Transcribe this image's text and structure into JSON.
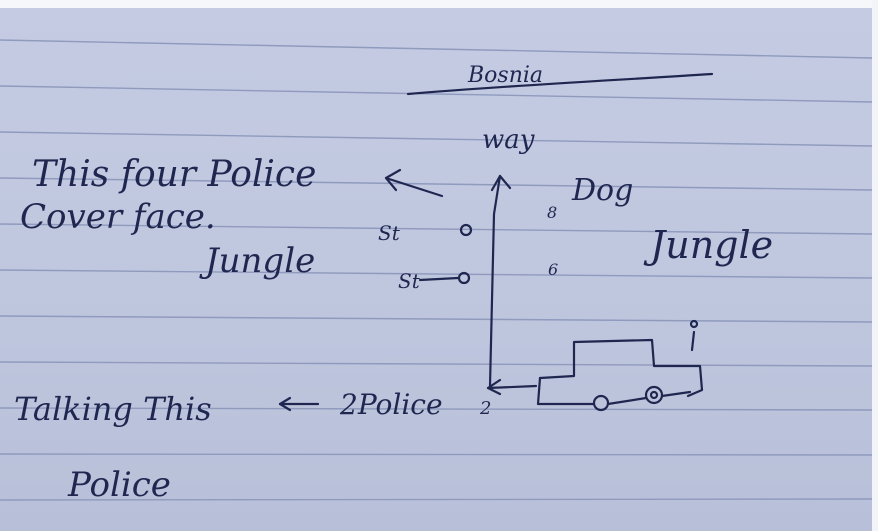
{
  "title": "Bosnia",
  "labels": {
    "way": "way",
    "dog": "Dog",
    "jungle_right": "Jungle",
    "jungle_left": "Jungle",
    "st_1": "St",
    "st_2": "St",
    "num_8": "8",
    "num_6": "6",
    "police_2": "2Police",
    "cover_2": "2"
  },
  "notes": {
    "line1": "This four Police",
    "line2": "Cover face.",
    "line3": "Talking This",
    "line4": "Police"
  },
  "colors": {
    "paper": "#c4cbe3",
    "ink": "#1f2750",
    "rule": "#8f9abd"
  }
}
